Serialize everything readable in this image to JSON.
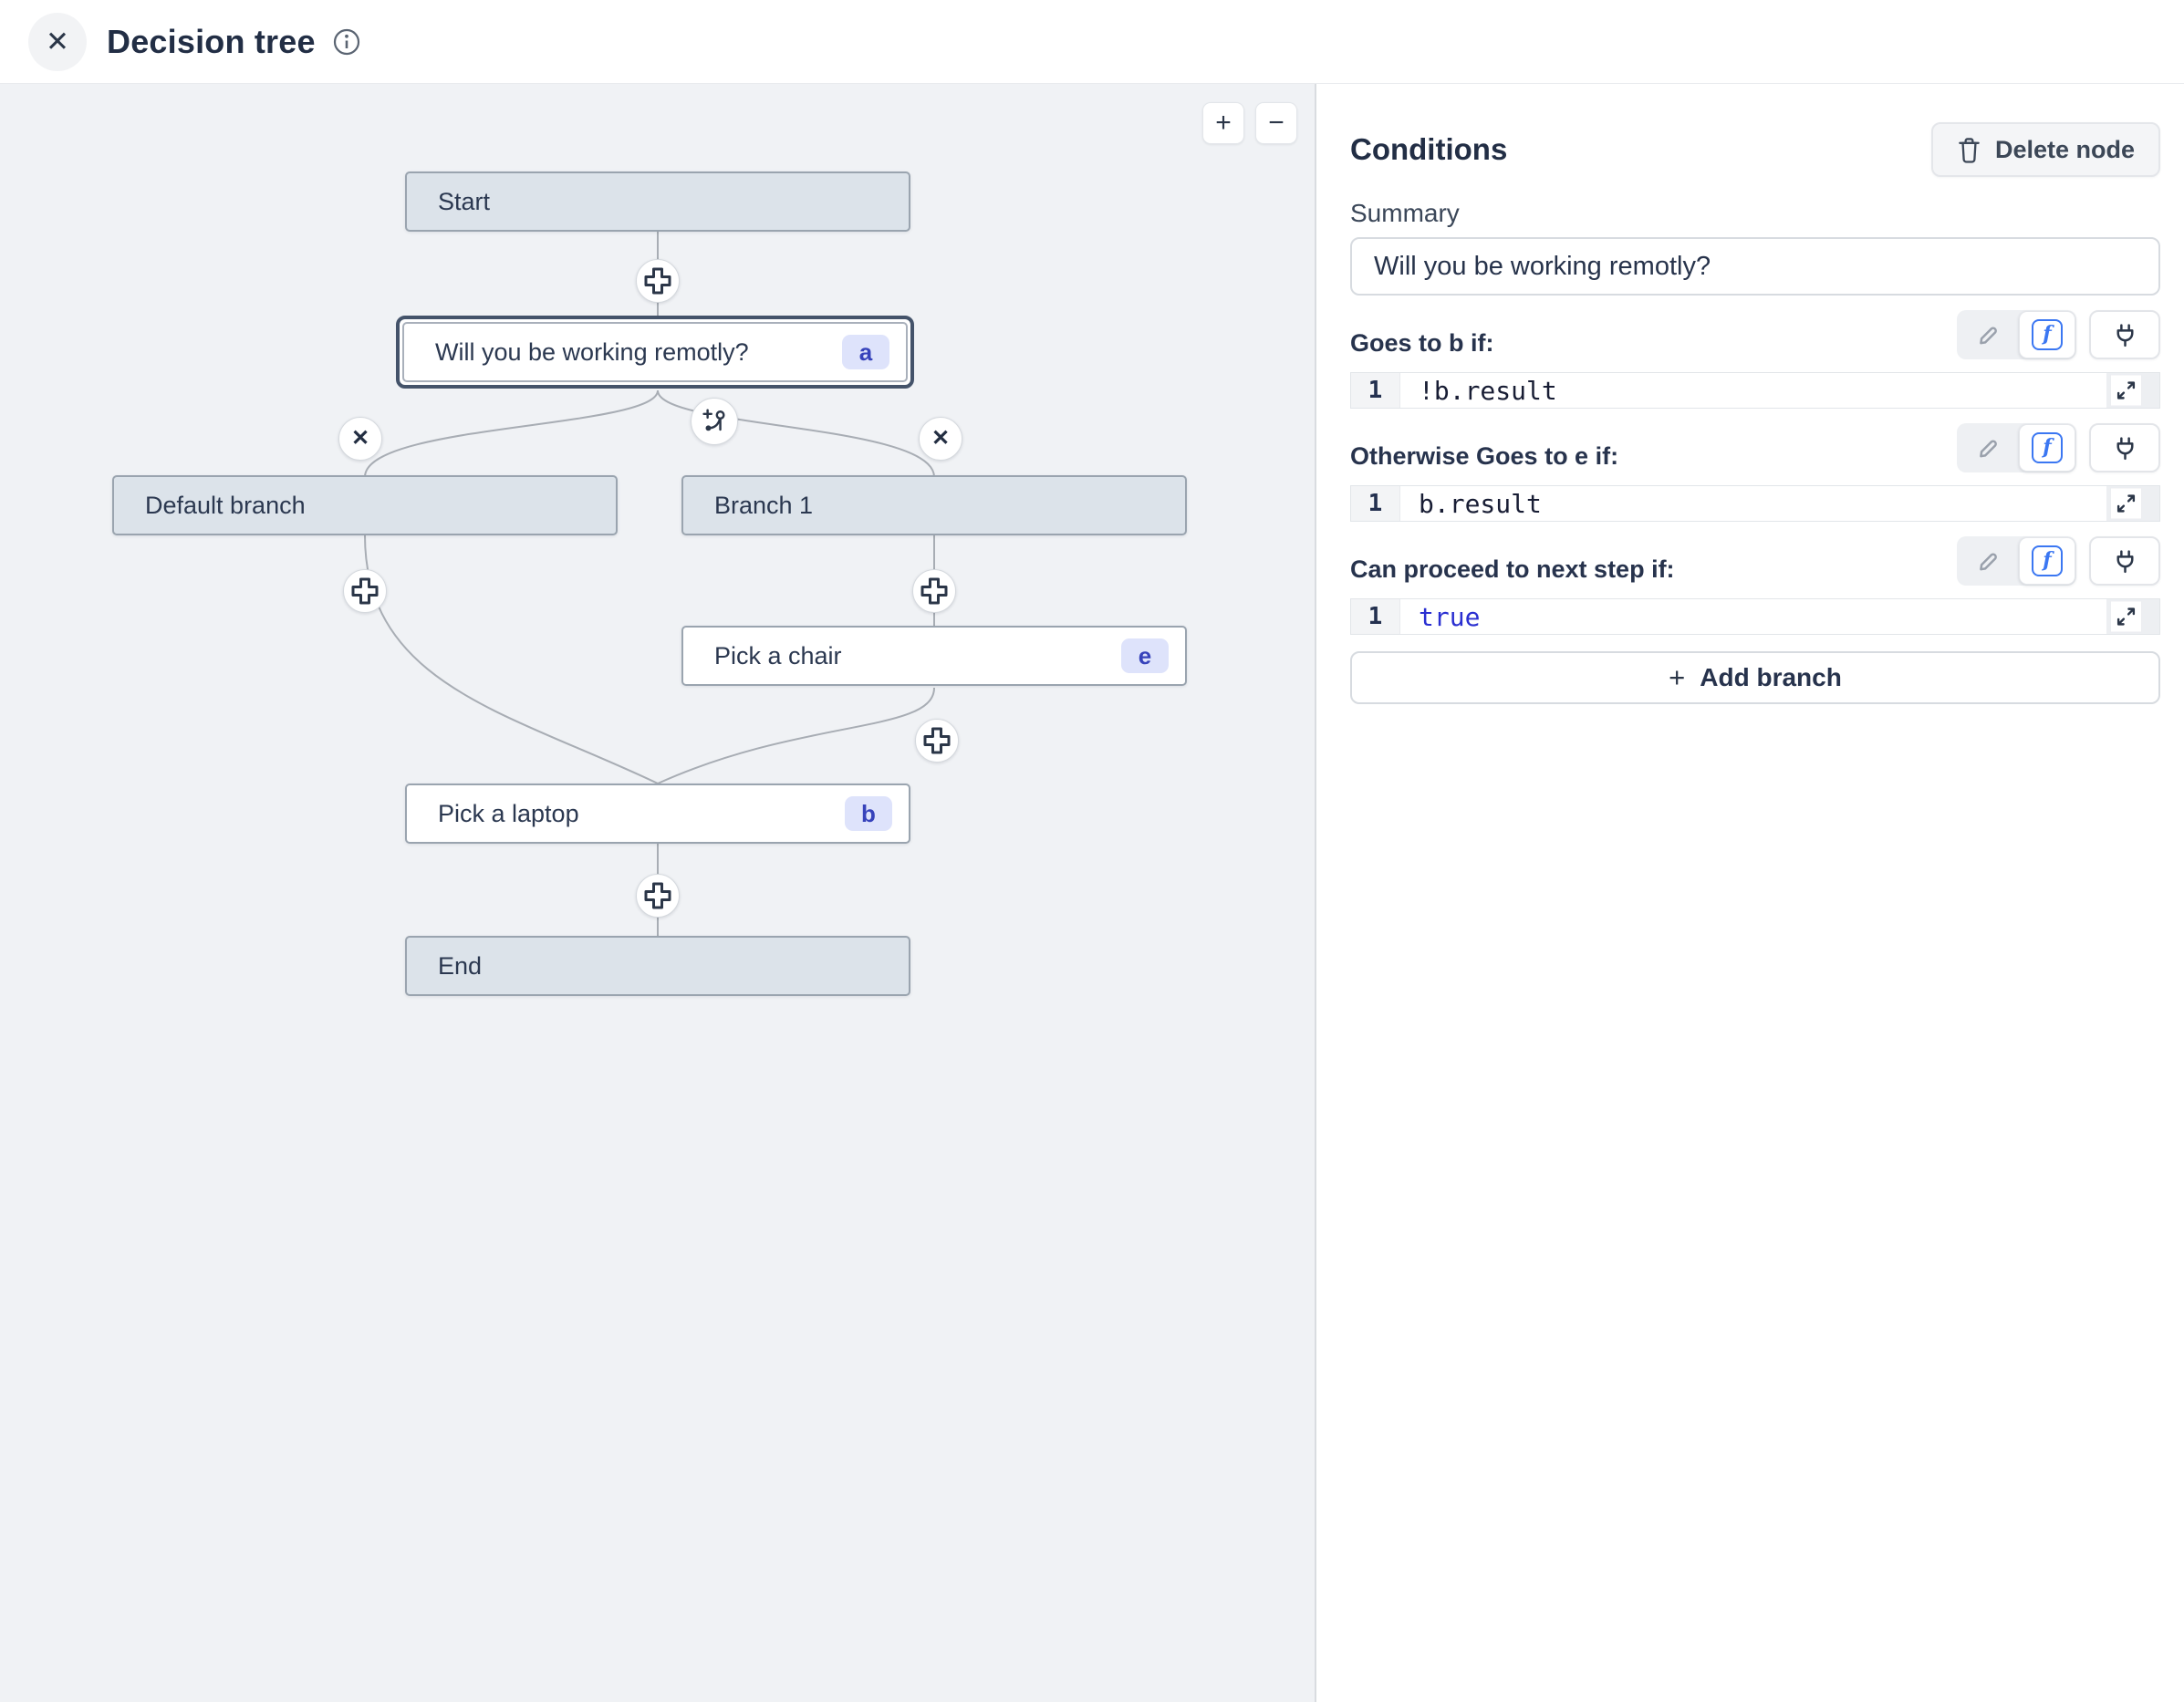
{
  "header": {
    "title": "Decision tree",
    "close_glyph": "✕"
  },
  "canvas": {
    "zoom_in": "+",
    "zoom_out": "−",
    "remove_glyph": "✕",
    "nodes": {
      "start": {
        "label": "Start"
      },
      "question": {
        "label": "Will you be working remotly?",
        "badge": "a"
      },
      "default_branch": {
        "label": "Default branch"
      },
      "branch_1": {
        "label": "Branch 1"
      },
      "pick_chair": {
        "label": "Pick a chair",
        "badge": "e"
      },
      "pick_laptop": {
        "label": "Pick a laptop",
        "badge": "b"
      },
      "end": {
        "label": "End"
      }
    }
  },
  "panel": {
    "title": "Conditions",
    "delete_button_label": "Delete node",
    "summary_label": "Summary",
    "summary_value": "Will you be working remotly?",
    "function_glyph": "f",
    "sections": [
      {
        "label": "Goes to b if:",
        "line_number": "1",
        "code": "!b.result",
        "code_color": "#181d34"
      },
      {
        "label": "Otherwise Goes to e if:",
        "line_number": "1",
        "code": "b.result",
        "code_color": "#181d34"
      },
      {
        "label": "Can proceed to next step if:",
        "line_number": "1",
        "code": "true",
        "code_color": "#2a2fd1"
      }
    ],
    "add_branch_glyph": "+",
    "add_branch_label": "Add branch"
  },
  "colors": {
    "accent_blue": "#3b77f2",
    "keyword_blue": "#2a2fd1",
    "badge_bg": "#dee3fb",
    "badge_text": "#3743bb",
    "node_gray": "#dce3ea",
    "canvas_bg": "#f0f2f5"
  }
}
